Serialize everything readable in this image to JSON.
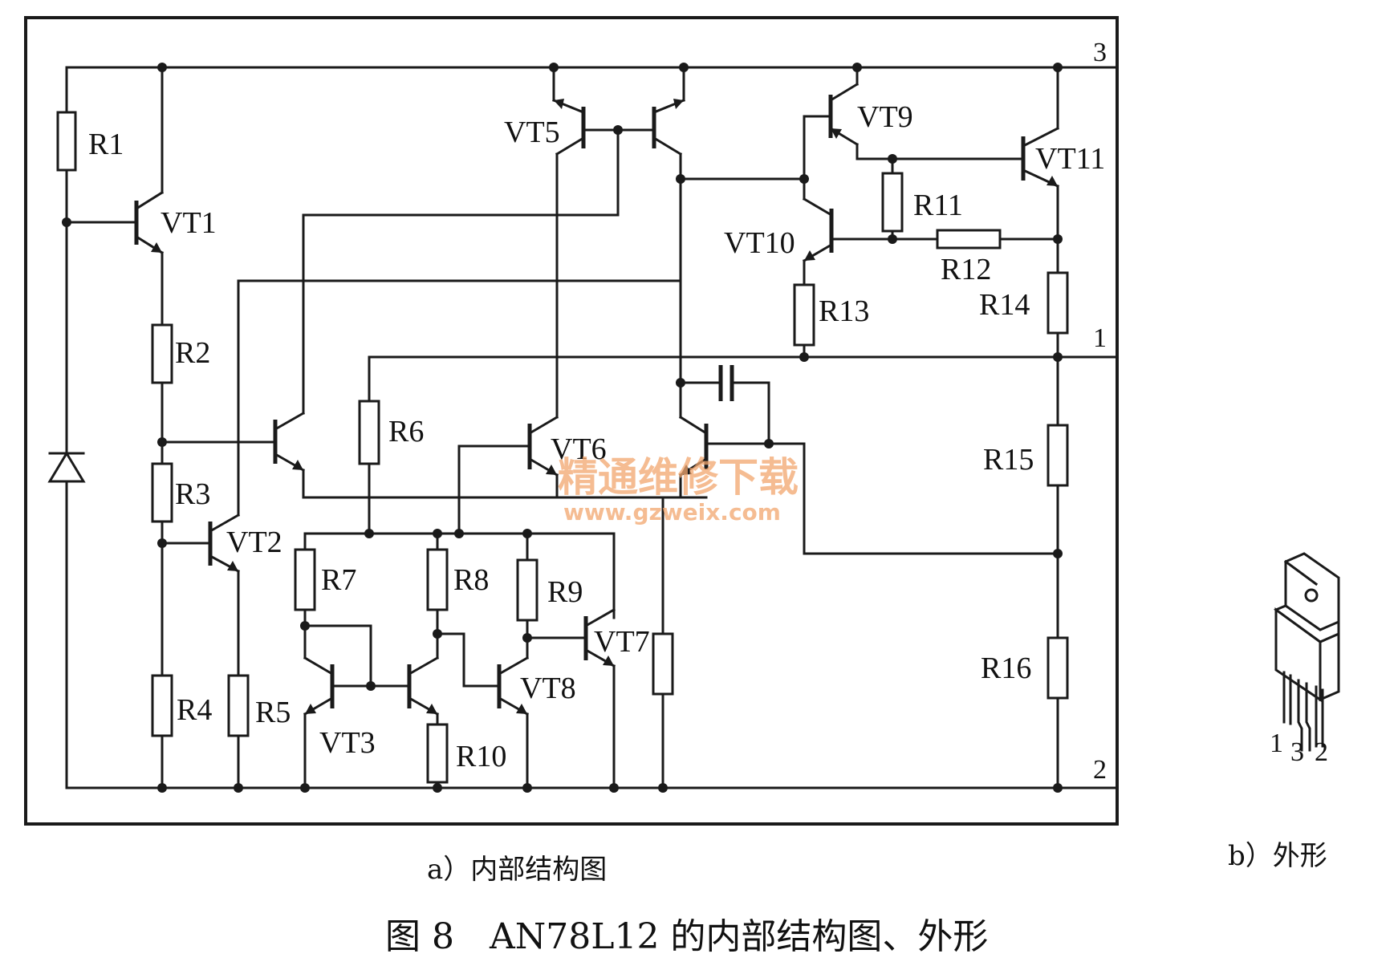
{
  "transistors": {
    "vt1": "VT1",
    "vt2": "VT2",
    "vt3": "VT3",
    "vt5": "VT5",
    "vt6": "VT6",
    "vt7": "VT7",
    "vt8": "VT8",
    "vt9": "VT9",
    "vt10": "VT10",
    "vt11": "VT11"
  },
  "resistors": {
    "r1": "R1",
    "r2": "R2",
    "r3": "R3",
    "r4": "R4",
    "r5": "R5",
    "r6": "R6",
    "r7": "R7",
    "r8": "R8",
    "r9": "R9",
    "r10": "R10",
    "r11": "R11",
    "r12": "R12",
    "r13": "R13",
    "r14": "R14",
    "r15": "R15",
    "r16": "R16"
  },
  "pins": {
    "pin3": "3",
    "pin1": "1",
    "pin2": "2"
  },
  "package_pins": {
    "left": "1",
    "middle": "3",
    "right": "2"
  },
  "captions": {
    "internal": "a）内部结构图",
    "outline": "b）外形",
    "figure_title": "图 8　AN78L12 的内部结构图、外形"
  },
  "watermark": {
    "cn": "精通维修下载",
    "url": "www.gzweix.com"
  }
}
